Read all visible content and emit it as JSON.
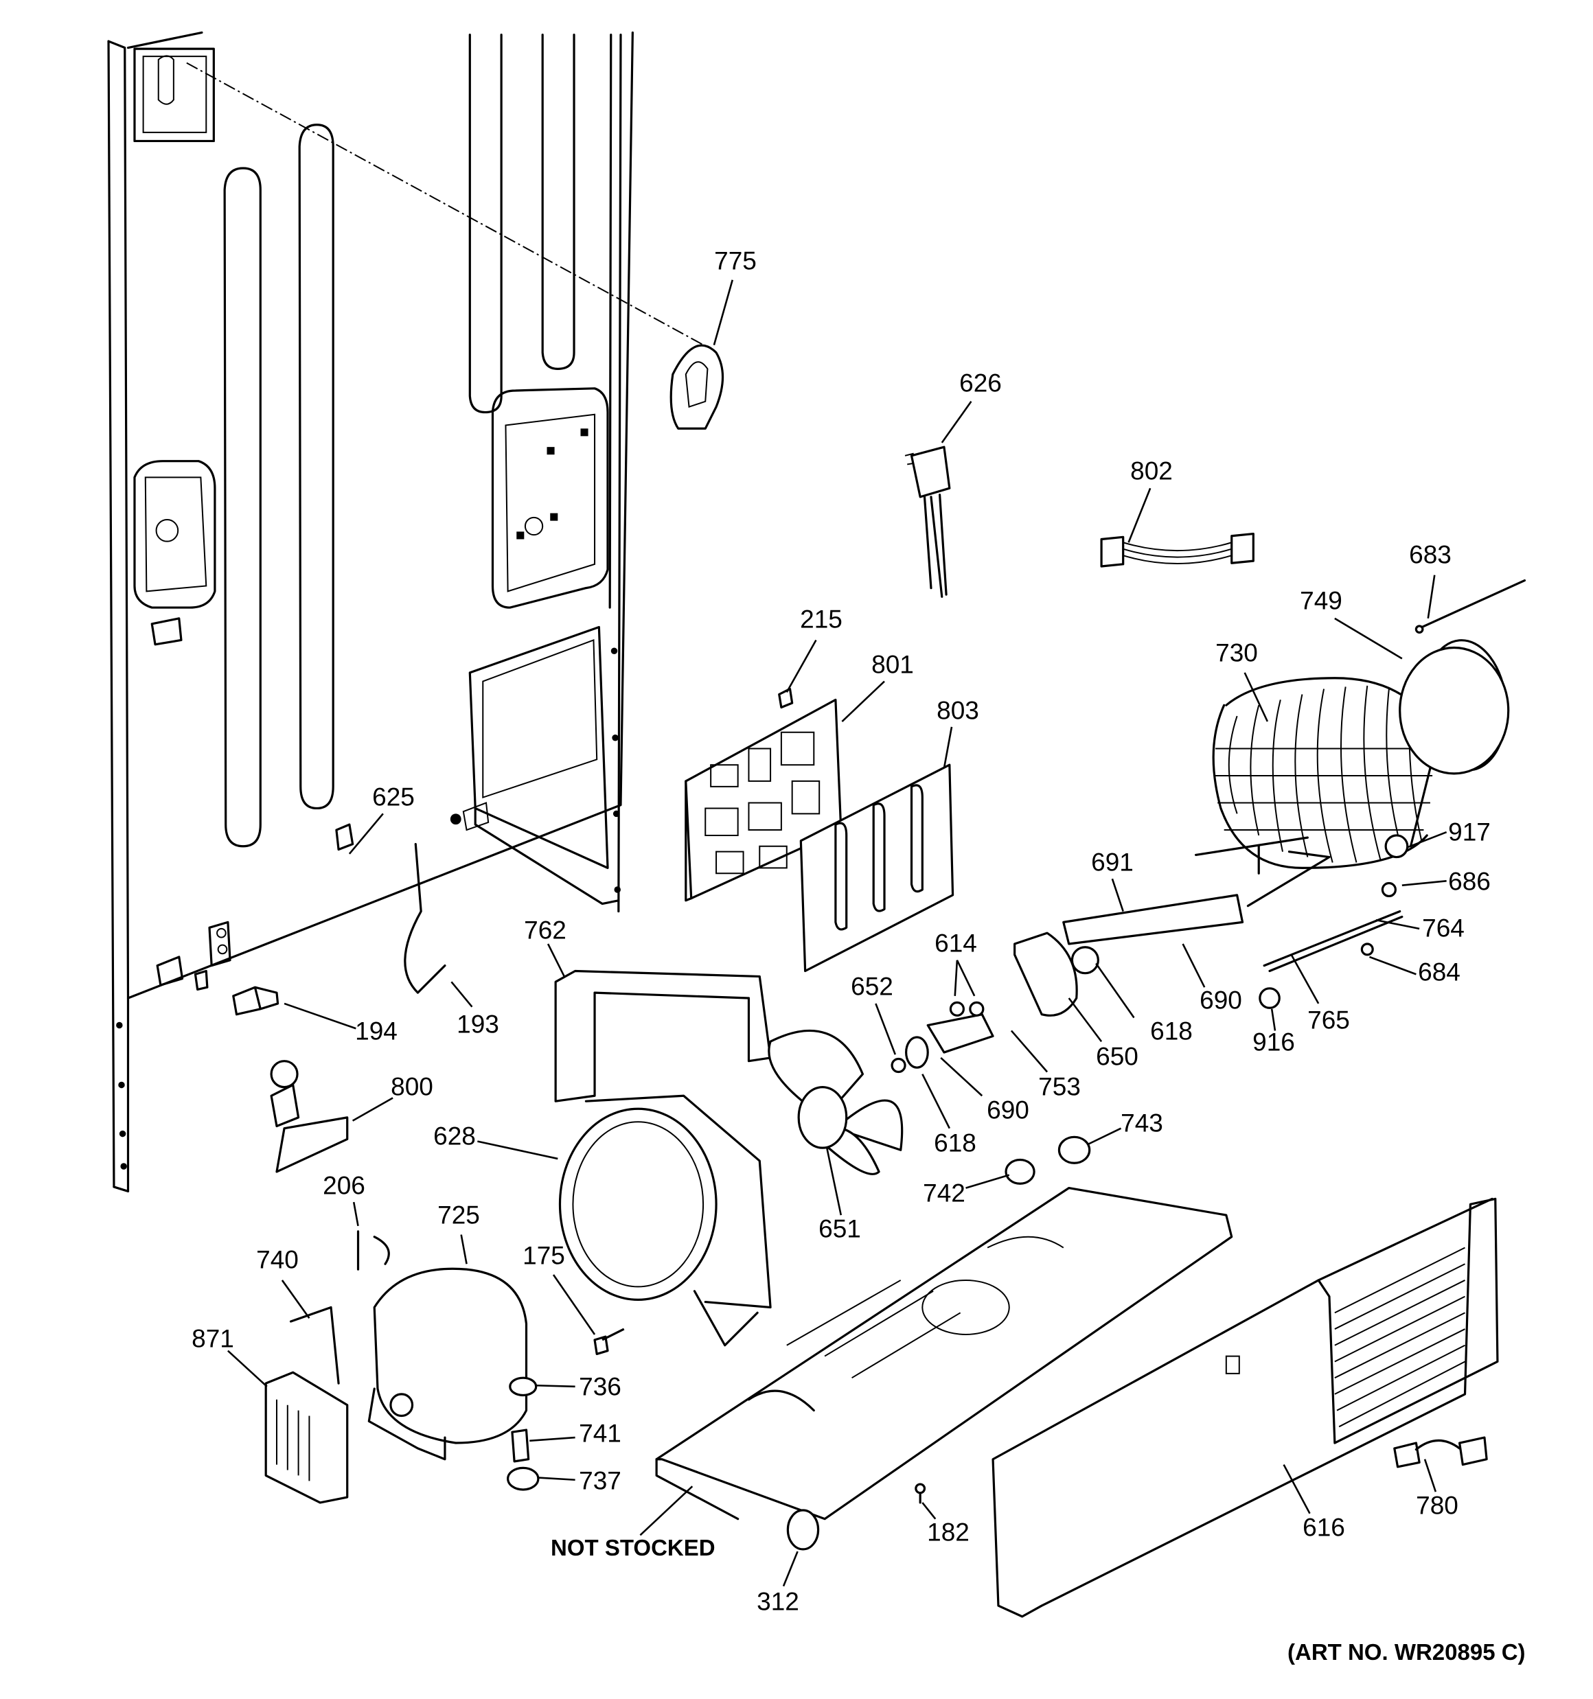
{
  "callouts": [
    "775",
    "626",
    "802",
    "683",
    "749",
    "730",
    "215",
    "801",
    "803",
    "625",
    "917",
    "686",
    "691",
    "764",
    "762",
    "614",
    "684",
    "652",
    "690",
    "193",
    "194",
    "618",
    "650",
    "765",
    "916",
    "753",
    "800",
    "628",
    "651",
    "743",
    "742",
    "206",
    "725",
    "175",
    "740",
    "871",
    "736",
    "741",
    "737",
    "182",
    "616",
    "780",
    "312"
  ],
  "notes": {
    "not_stocked": "NOT STOCKED",
    "art_no": "(ART NO. WR20895 C)"
  }
}
